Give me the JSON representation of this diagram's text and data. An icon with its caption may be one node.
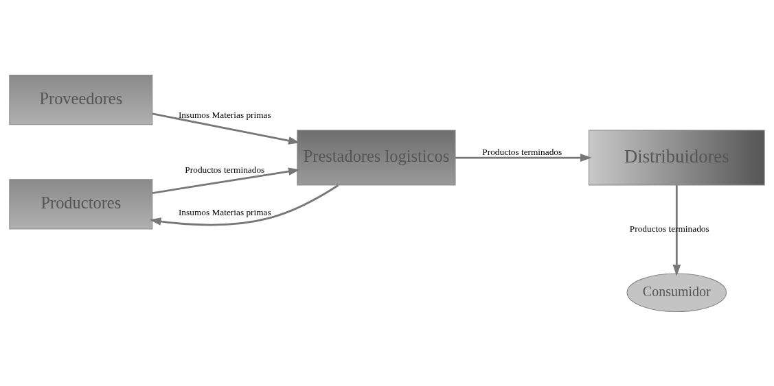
{
  "diagram": {
    "nodes": [
      {
        "text": [
          "Proveedores"
        ]
      },
      {
        "text": [
          "Prestadores logisticos"
        ]
      },
      {
        "text": [
          "Productores"
        ]
      },
      {
        "text": [
          "Distribuidores"
        ]
      },
      {
        "text": [
          "Consumidor"
        ]
      }
    ],
    "edges": [
      {
        "from": 0,
        "to": 1,
        "arrow": "to",
        "label": "Insumos Materias primas"
      },
      {
        "from": 1,
        "to": 2,
        "arrow": "to",
        "label": "Insumos Materias primas"
      },
      {
        "from": 2,
        "to": 1,
        "arrow": "to",
        "label": "Productos terminados"
      },
      {
        "from": 1,
        "to": 3,
        "arrow": "to",
        "label": "Productos terminados"
      },
      {
        "from": 3,
        "to": 4,
        "arrow": "to",
        "label": "Productos terminados"
      }
    ]
  }
}
